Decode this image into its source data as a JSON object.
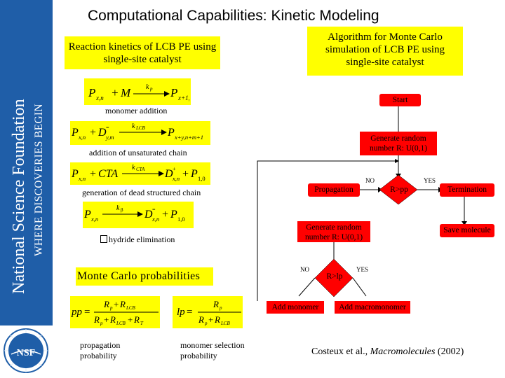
{
  "page": {
    "title": "Computational Capabilities: Kinetic Modeling",
    "sidebar": {
      "org": "National Science Foundation",
      "tagline": "WHERE DISCOVERIES BEGIN",
      "logo_text": "NSF"
    }
  },
  "left": {
    "reaction_title": "Reaction kinetics of LCB PE using single-site catalyst",
    "reactions": [
      {
        "label": "monomer addition"
      },
      {
        "label": "addition of unsaturated chain"
      },
      {
        "label": "generation of dead structured chain"
      },
      {
        "label": "hydride elimination"
      }
    ],
    "mc_title": "Monte Carlo probabilities",
    "prob_labels": {
      "propagation": "propagation probability",
      "monomer_selection": "monomer selection probability"
    }
  },
  "flowchart": {
    "title": "Algorithm for Monte Carlo simulation of LCB PE using single-site catalyst",
    "start": "Start",
    "gen1": "Generate random number R: U(0,1)",
    "propagation": "Propagation",
    "diamond1": "R>pp",
    "termination": "Termination",
    "gen2": "Generate random number R: U(0,1)",
    "save": "Save molecule",
    "diamond2": "R>lp",
    "add_monomer": "Add monomer",
    "add_macromonomer": "Add macromonomer",
    "no": "NO",
    "yes": "YES"
  },
  "citation": {
    "authors": "Costeux et al., ",
    "journal": "Macromolecules",
    "year": " (2002)"
  },
  "colors": {
    "sidebar": "#1f5ea8",
    "highlight": "#ffff00",
    "flow_box": "#ff0000"
  }
}
